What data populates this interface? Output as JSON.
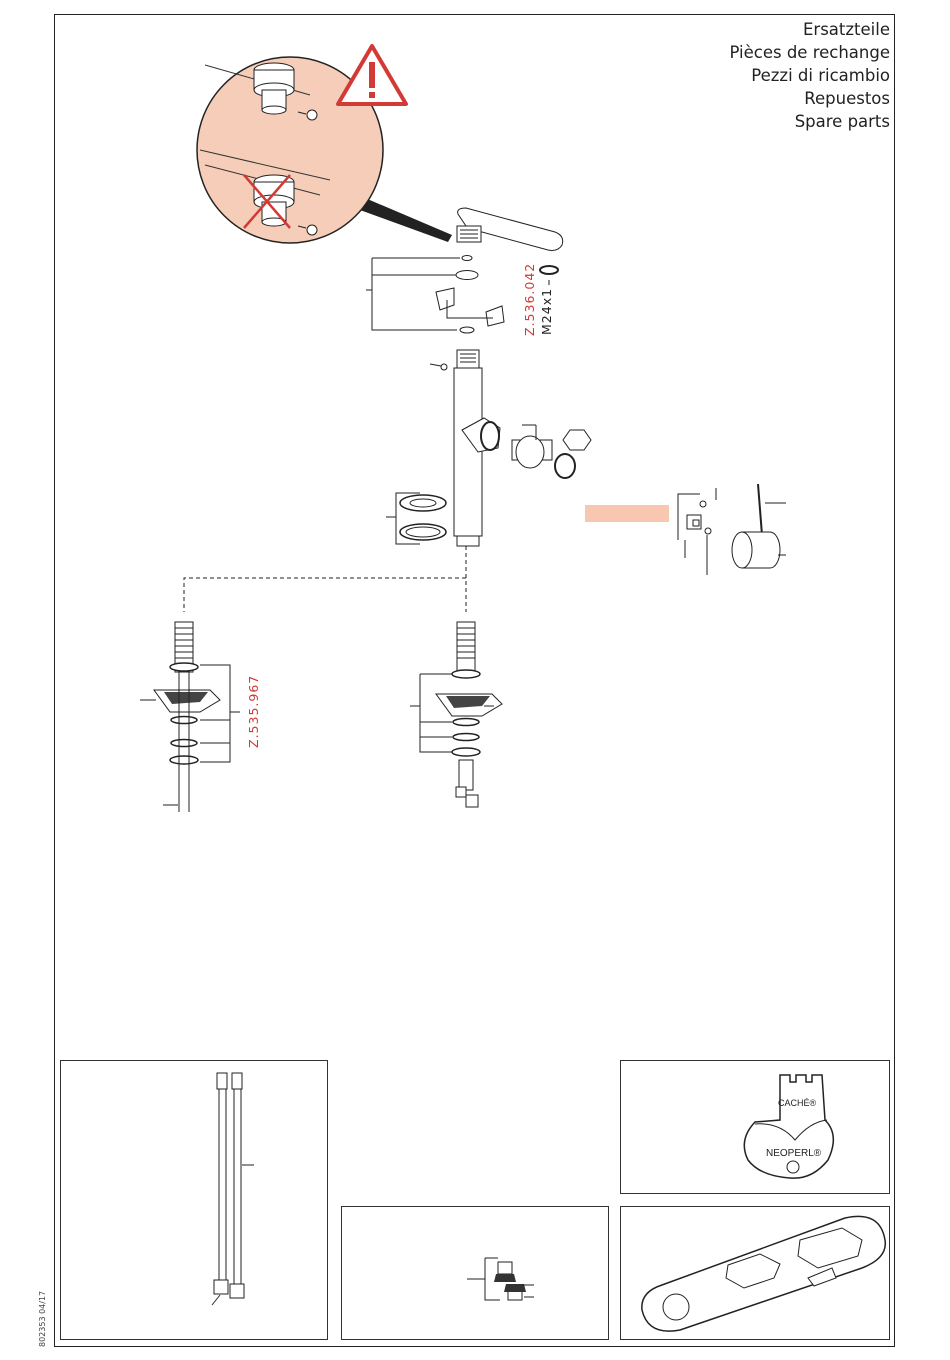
{
  "titles": [
    "Ersatzteile",
    "Pièces de rechange",
    "Pezzi di ricambio",
    "Repuestos",
    "Spare parts"
  ],
  "part_codes": {
    "aerator": "Z.536.042",
    "aerator_thread": "M24x1",
    "mounting_set": "Z.535.967"
  },
  "tools": {
    "cache_key_brand": "CACHÉ",
    "cache_key_logo": "NEOPERL"
  },
  "doc_code": "802353 04/17",
  "colors": {
    "accent_red": "#d23a35",
    "detail_circle": "#f6cdb8",
    "highlight_bar": "#f8c7b0",
    "line": "#222222"
  }
}
